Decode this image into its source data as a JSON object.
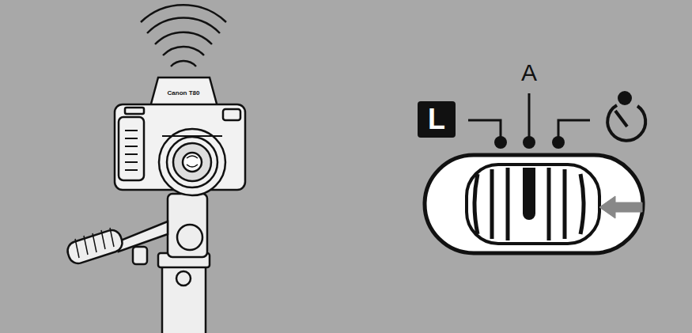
{
  "diagram": {
    "nodes": [
      {
        "text": [
          "L"
        ]
      }
    ],
    "labels": [
      "A",
      "Canon T80"
    ]
  }
}
